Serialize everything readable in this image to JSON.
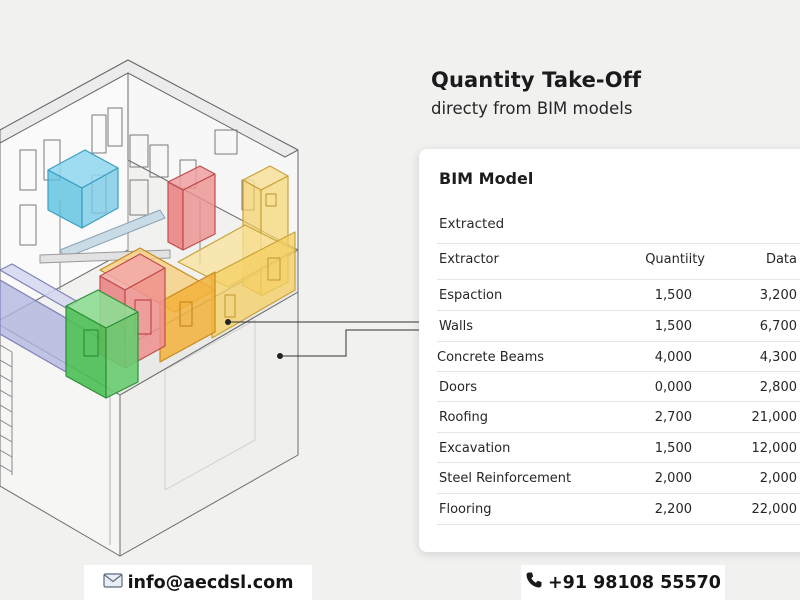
{
  "heading": {
    "title": "Quantity Take-Off",
    "subtitle": "directy from BIM models"
  },
  "card": {
    "title": "BIM Model",
    "subtitle": "Extracted",
    "columns": [
      "Extractor",
      "Quantiity",
      "Data"
    ],
    "rows": [
      [
        "Espaction",
        "1,500",
        "3,200"
      ],
      [
        "Walls",
        "1,500",
        "6,700"
      ],
      [
        "Concrete Beams",
        "4,000",
        "4,300"
      ],
      [
        "Doors",
        "0,000",
        "2,800"
      ],
      [
        "Roofing",
        "2,700",
        "21,000"
      ],
      [
        "Excavation",
        "1,500",
        "12,000"
      ],
      [
        "Steel Reinforcement",
        "2,000",
        "2,000"
      ],
      [
        "Flooring",
        "2,200",
        "22,000"
      ]
    ]
  },
  "contact": {
    "email": "info@aecdsl.com",
    "phone": "+91 98108 55570"
  },
  "icons": {
    "email": "envelope-icon",
    "phone": "phone-icon"
  },
  "colors": {
    "blue_block": "#5bc0e0",
    "red_block": "#e87878",
    "yellow_block": "#f4cf62",
    "orange_block": "#f2b23a",
    "green_block": "#4cbf55",
    "lavender_block": "#b3b6de"
  }
}
